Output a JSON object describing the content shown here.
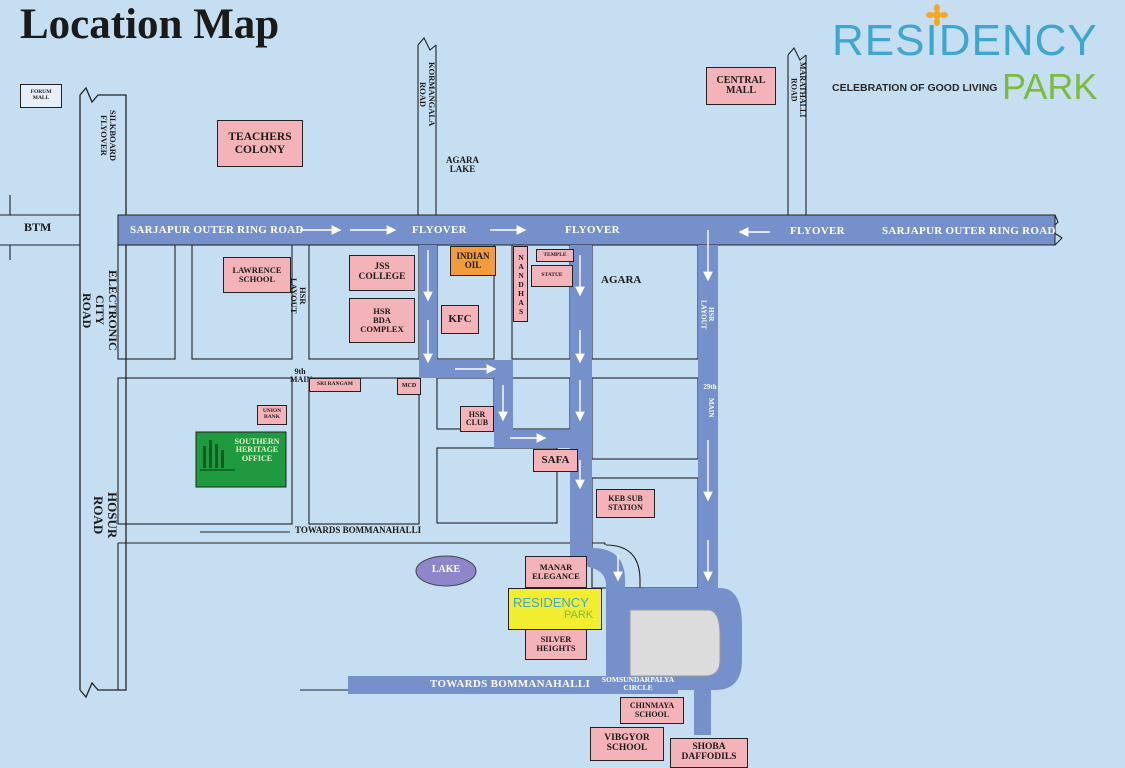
{
  "title": "Location Map",
  "brand": {
    "name_part1": "RESIDENCY",
    "name_part2": "PARK",
    "tagline": "CELEBRATION OF GOOD LIVING",
    "colors": {
      "primary": "#3ea6cf",
      "secondary": "#7cbc3a",
      "flower": "#f5a623"
    }
  },
  "colors": {
    "background": "#c5def2",
    "main_road": "#7690cc",
    "landmark": "#f4b3b9",
    "highlight": "#f39b3a",
    "project": "#f2ee2f",
    "lake": "#8f86c9",
    "green_office": "#1f9a3e",
    "circle": "#dcdcdc"
  },
  "roads": {
    "outer_ring_left": "SARJAPUR OUTER RING ROAD",
    "outer_ring_right": "SARJAPUR OUTER RING ROAD",
    "flyover_1": "FLYOVER",
    "flyover_2": "FLYOVER",
    "flyover_3": "FLYOVER",
    "towards_bommanahalli_1": "TOWARDS BOMMANAHALLI",
    "towards_bommanahalli_2": "TOWARDS BOMMANAHALLI",
    "silkboard_flyover": "SILKBOARD\nFLYOVER",
    "electronic_city_road": "ELECTRONIC\nCITY\nROAD",
    "hosur_road": "HOSUR\nROAD",
    "koramangala_road": "KORMANGALA\nROAD",
    "marathalli_road": "MARATHALLI\nROAD",
    "hsr_layout_9th_main": "HSR\nLAYOUT",
    "ninth_main": "9th\nMAIN",
    "hsr_layout_29th_main": "HSR\nLAYOUT",
    "twenty_ninth": "29th",
    "main_label": "MAIN"
  },
  "areas": {
    "btm": "BTM",
    "agara": "AGARA",
    "agara_lake": "AGARA\nLAKE"
  },
  "landmarks": {
    "forum_mall": "FORUM\nMALL",
    "teachers_colony": "TEACHERS\nCOLONY",
    "central_mall": "CENTRAL\nMALL",
    "lawrence_school": "LAWRENCE\nSCHOOL",
    "jss_college": "JSS\nCOLLEGE",
    "hsr_bda_complex": "HSR\nBDA\nCOMPLEX",
    "indian_oil": "INDIAN\nOIL",
    "kfc": "KFC",
    "nandhas": "NANDHAS",
    "temple": "TEMPLE",
    "statue": "STATUE",
    "sri_rangam": "SRI RANGAM",
    "mcd": "MCD",
    "union_bank": "UNION\nBANK",
    "southern_heritage_office": "SOUTHERN\nHERITAGE\nOFFICE",
    "hsr_club": "HSR\nCLUB",
    "safa": "SAFA",
    "keb_sub_station": "KEB SUB\nSTATION",
    "lake": "LAKE",
    "manar_elegance": "MANAR\nELEGANCE",
    "silver_heights": "SILVER\nHEIGHTS",
    "somsundarpalya_circle": "SOMSUNDARPALYA\nCIRCLE",
    "chinmaya_school": "CHINMAYA\nSCHOOL",
    "vibgyor_school": "VIBGYOR\nSCHOOL",
    "shoba_daffodils": "SHOBA\nDAFFODILS"
  },
  "project_marker": {
    "name_part1": "RESIDENCY",
    "name_part2": "PARK"
  }
}
